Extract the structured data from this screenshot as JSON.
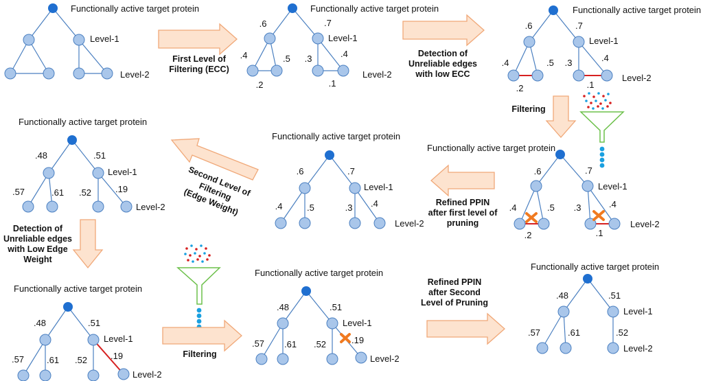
{
  "root_label": "Functionally active target protein",
  "level1": "Level-1",
  "level2": "Level-2",
  "steps": {
    "first": [
      "First Level of",
      "Filtering (ECC)"
    ],
    "detect1": [
      "Detection of",
      "Unreliable edges",
      "with low ECC"
    ],
    "filtering": "Filtering",
    "refined1": [
      "Refined PPIN",
      "after first level of",
      "pruning"
    ],
    "second": [
      "Second Level of",
      "Filtering",
      "(Edge Weight)"
    ],
    "detect2": [
      "Detection of",
      "Unreliable edges",
      "with Low Edge",
      "Weight"
    ],
    "refined2": [
      "Refined PPIN",
      "after Second",
      "Level of Pruning"
    ]
  },
  "ecc": {
    "l1": [
      ".6",
      ".7"
    ],
    "l2": [
      ".4",
      ".5",
      ".3",
      ".4"
    ],
    "cross": [
      ".2",
      ".1"
    ]
  },
  "ew": {
    "l1": [
      ".48",
      ".51"
    ],
    "l2": [
      ".57",
      ".61",
      ".52",
      ".19"
    ]
  },
  "colors": {
    "root": "#1f6fd0",
    "node": "#a9c6ea",
    "edge": "#4a7fc0",
    "unreliable": "#d62020",
    "arrow": "#fde3cf",
    "funnel": "#6cc04a",
    "cross": "#f07a20"
  }
}
